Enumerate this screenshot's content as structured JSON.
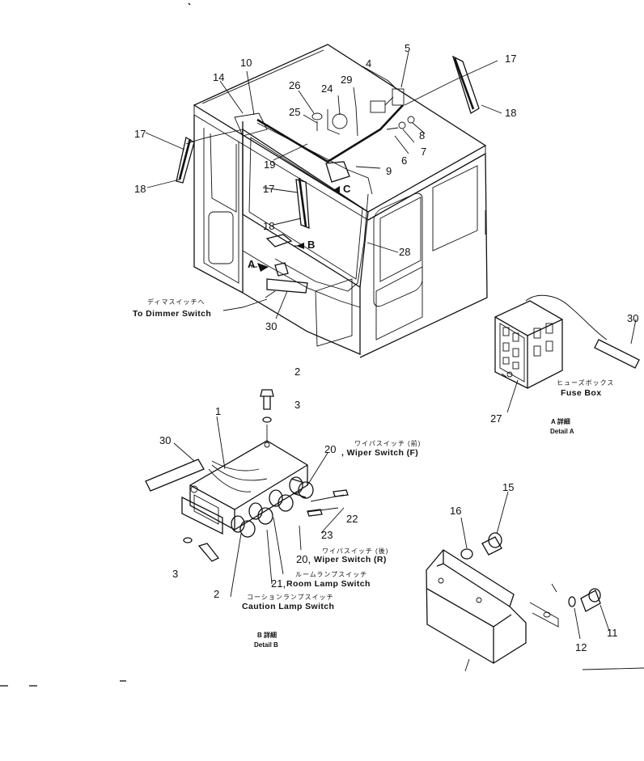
{
  "callouts": {
    "c1": "1",
    "c2a": "2",
    "c2b": "2",
    "c3a": "3",
    "c3b": "3",
    "c4": "4",
    "c5": "5",
    "c6": "6",
    "c7": "7",
    "c8": "8",
    "c9": "9",
    "c10": "10",
    "c11": "11",
    "c12": "12",
    "c14": "14",
    "c15": "15",
    "c16": "16",
    "c17a": "17",
    "c17b": "17",
    "c17c": "17",
    "c18a": "18",
    "c18b": "18",
    "c18c": "18",
    "c19": "19",
    "c20a": "20",
    "c20b": "20,",
    "c21": "21,",
    "c22": "22",
    "c23": "23",
    "c24": "24",
    "c25": "25",
    "c26": "26",
    "c27": "27",
    "c28": "28",
    "c29": "29",
    "c30a": "30",
    "c30b": "30",
    "c30c": "30"
  },
  "views": {
    "a": "A",
    "b": "B",
    "c": "C"
  },
  "labels": {
    "dimmer_jp": "ディマスイッチへ",
    "dimmer_en": "To Dimmer Switch",
    "fuse_jp": "ヒューズボックス",
    "fuse_en": "Fuse Box",
    "detail_a_jp": "A 詳細",
    "detail_a_en": "Detail A",
    "detail_b_jp": "B 詳細",
    "detail_b_en": "Detail B",
    "wiper_f_jp": "ワイパスイッチ (前)",
    "wiper_f_en": ", Wiper Switch (F)",
    "wiper_r_jp": "ワイパスイッチ (後)",
    "wiper_r_en": "Wiper Switch (R)",
    "room_jp": "ルームランプスイッチ",
    "room_en": "Room Lamp Switch",
    "caution_jp": "コーションランプスイッチ",
    "caution_en": "Caution Lamp Switch"
  }
}
